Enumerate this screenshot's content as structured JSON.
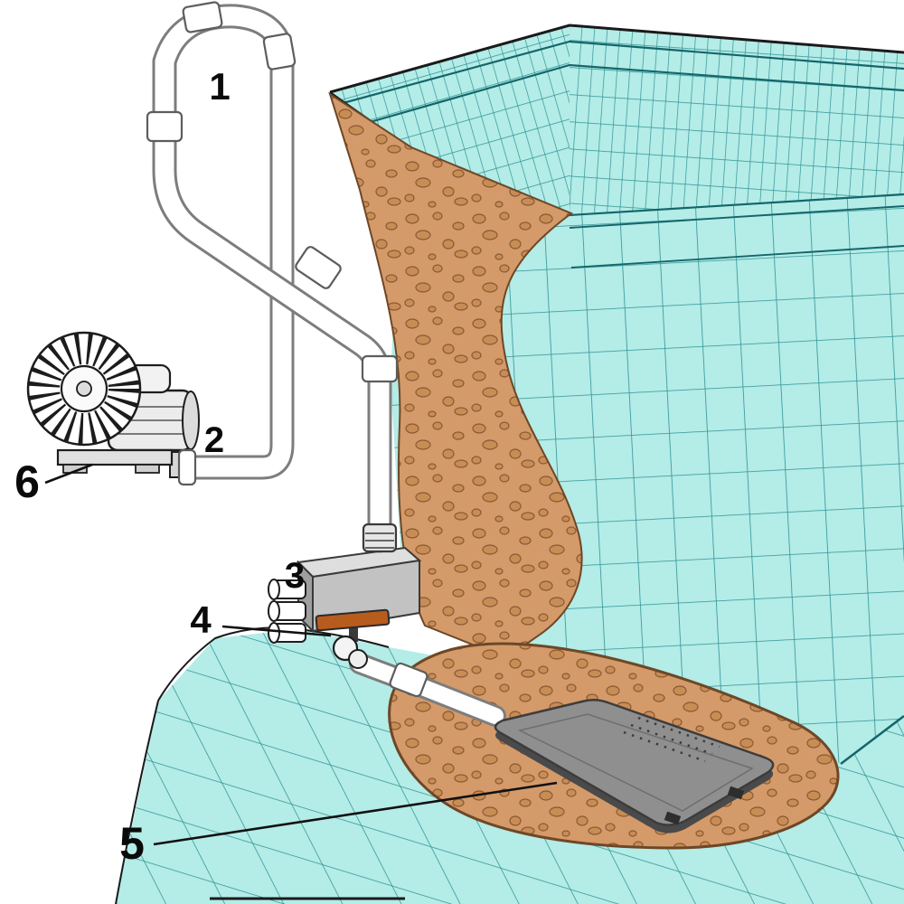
{
  "labels": [
    {
      "number": "1",
      "target": "air-loop-piping"
    },
    {
      "number": "2",
      "target": "blower-union"
    },
    {
      "number": "3",
      "target": "manifold"
    },
    {
      "number": "4",
      "target": "control-valve"
    },
    {
      "number": "5",
      "target": "air-channel-plate"
    },
    {
      "number": "6",
      "target": "air-blower"
    }
  ],
  "colors": {
    "tile": "#b4ece7",
    "grout": "#2f9396",
    "grout_dark": "#14666a",
    "earth": "#d49a6a",
    "pebble": "#c88c55",
    "pebble_edge": "#8a5a33",
    "earth_edge": "#6e4726",
    "plate": "#8f8f8f",
    "plate_edge": "#4a4a4a",
    "valve_handle": "#b85c1d",
    "pipe": "#ffffff",
    "pipe_edge": "#7d7d7d"
  }
}
